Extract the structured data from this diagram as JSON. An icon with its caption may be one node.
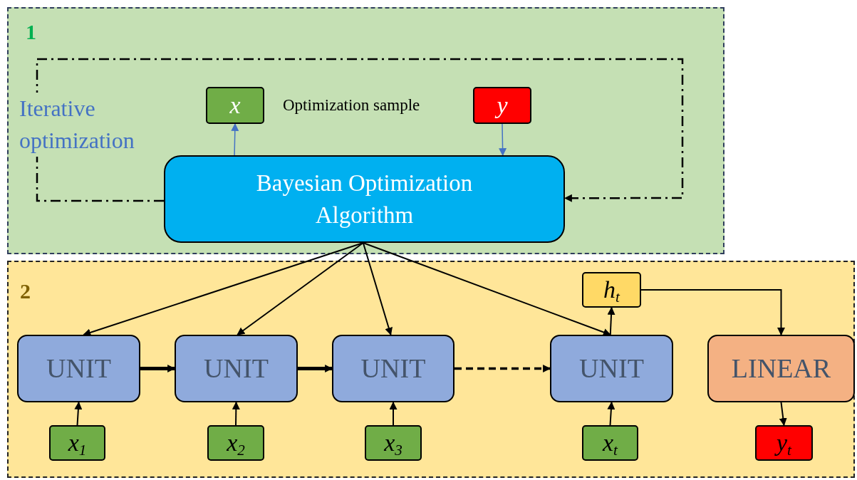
{
  "diagram": {
    "nodes": [
      {
        "text": [
          "1"
        ]
      },
      {
        "text": [
          "x"
        ],
        "in": 0
      },
      {
        "text": [
          "y"
        ],
        "in": 0
      },
      {
        "text": [
          "Bayesian Optimization Algorithm"
        ],
        "in": 0
      },
      {
        "text": [
          "2"
        ]
      },
      {
        "text": [
          "h$_{t}$"
        ],
        "in": 4
      },
      {
        "text": [
          "UNIT"
        ],
        "in": 4
      },
      {
        "text": [
          "UNIT"
        ],
        "in": 4
      },
      {
        "text": [
          "UNIT"
        ],
        "in": 4
      },
      {
        "text": [
          "UNIT"
        ],
        "in": 4
      },
      {
        "text": [
          "LINEAR"
        ],
        "in": 4
      },
      {
        "text": [
          "x$_{1}$"
        ],
        "in": 4
      },
      {
        "text": [
          "x$_{2}$"
        ],
        "in": 4
      },
      {
        "text": [
          "x$_{3}$"
        ],
        "in": 4
      },
      {
        "text": [
          "x$_{t}$"
        ],
        "in": 4
      },
      {
        "text": [
          "y$_{t}$"
        ],
        "in": 4
      }
    ],
    "edges": [
      {
        "from": 3,
        "to": 3,
        "arrow": "to",
        "style": "dashed"
      },
      {
        "from": 3,
        "to": 1,
        "arrow": "to",
        "color": "#4472c4"
      },
      {
        "from": 2,
        "to": 3,
        "arrow": "to",
        "color": "#4472c4"
      },
      {
        "from": 3,
        "to": 6,
        "arrow": "to"
      },
      {
        "from": 3,
        "to": 7,
        "arrow": "to"
      },
      {
        "from": 3,
        "to": 8,
        "arrow": "to"
      },
      {
        "from": 3,
        "to": 9,
        "arrow": "to"
      },
      {
        "from": 6,
        "to": 7,
        "arrow": "to",
        "style": "thick"
      },
      {
        "from": 7,
        "to": 8,
        "arrow": "to",
        "style": "thick"
      },
      {
        "from": 8,
        "to": 9,
        "arrow": "to",
        "style": "dashed"
      },
      {
        "from": 9,
        "to": 5,
        "arrow": "to"
      },
      {
        "from": 5,
        "to": 10,
        "arrow": "to"
      },
      {
        "from": 10,
        "to": 15,
        "arrow": "to"
      },
      {
        "from": 11,
        "to": 6,
        "arrow": "to"
      },
      {
        "from": 12,
        "to": 7,
        "arrow": "to"
      },
      {
        "from": 13,
        "to": 8,
        "arrow": "to"
      },
      {
        "from": 14,
        "to": 9,
        "arrow": "to"
      }
    ],
    "labels": [
      "Iterative optimization",
      "Optimization sample"
    ]
  }
}
